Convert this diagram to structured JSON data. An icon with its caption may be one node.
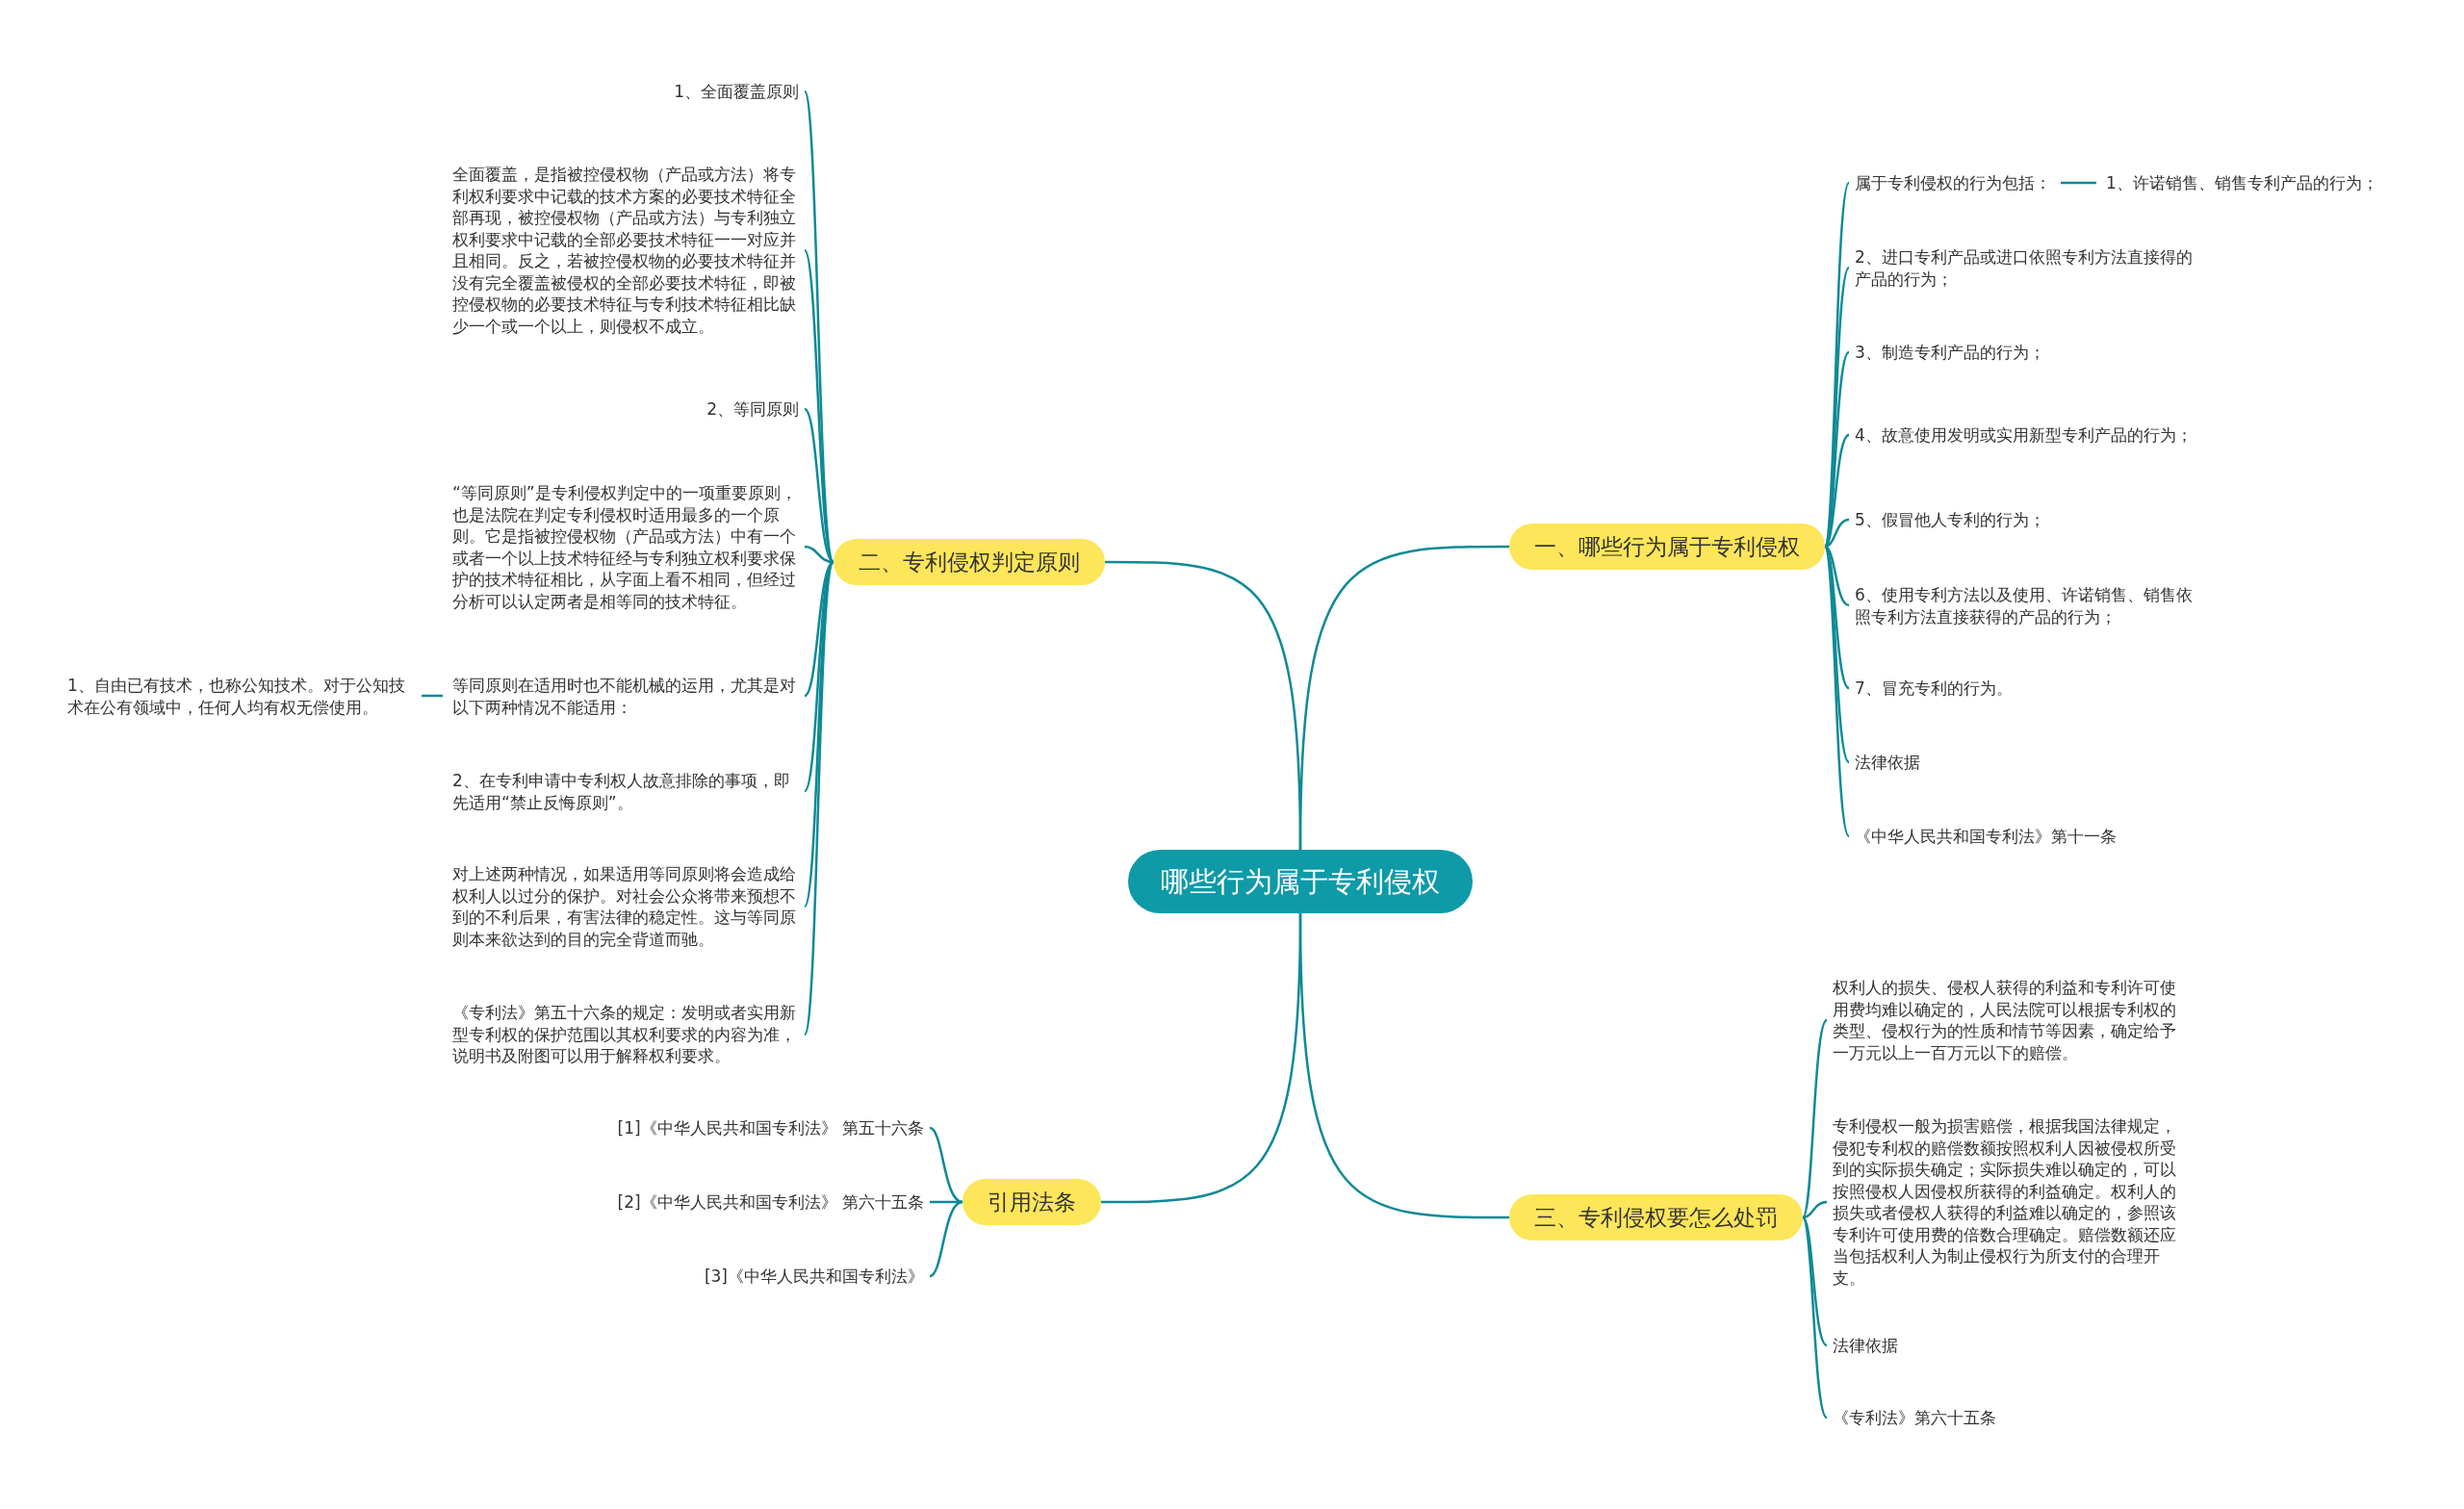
{
  "diagram": {
    "nodes": [
      {
        "text": [
          "哪些行为属于专利侵权"
        ]
      },
      {
        "text": [
          "一、哪些行为属于专利侵权"
        ]
      },
      {
        "text": [
          "属于专利侵权的行为包括："
        ]
      },
      {
        "text": [
          "1、许诺销售、销售专利产品的行为；"
        ]
      },
      {
        "text": [
          "2、进口专利产品或进口依照专利方法直接得的产品的行为；"
        ]
      },
      {
        "text": [
          "3、制造专利产品的行为；"
        ]
      },
      {
        "text": [
          "4、故意使用发明或实用新型专利产品的行为；"
        ]
      },
      {
        "text": [
          "5、假冒他人专利的行为；"
        ]
      },
      {
        "text": [
          "6、使用专利方法以及使用、许诺销售、销售依照专利方法直接获得的产品的行为；"
        ]
      },
      {
        "text": [
          "7、冒充专利的行为。"
        ]
      },
      {
        "text": [
          "法律依据"
        ]
      },
      {
        "text": [
          "《中华人民共和国专利法》第十一条"
        ]
      },
      {
        "text": [
          "二、专利侵权判定原则"
        ]
      },
      {
        "text": [
          "1、全面覆盖原则"
        ]
      },
      {
        "text": [
          "全面覆盖，是指被控侵权物（产品或方法）将专利权利要求中记载的技术方案的必要技术特征全部再现，被控侵权物（产品或方法）与专利独立权利要求中记载的全部必要技术特征一一对应并且相同。反之，若被控侵权物的必要技术特征并没有完全覆盖被侵权的全部必要技术特征，即被控侵权物的必要技术特征与专利技术特征相比缺少一个或一个以上，则侵权不成立。"
        ]
      },
      {
        "text": [
          "2、等同原则"
        ]
      },
      {
        "text": [
          "“等同原则”是专利侵权判定中的一项重要原则，也是法院在判定专利侵权时适用最多的一个原则。它是指被控侵权物（产品或方法）中有一个或者一个以上技术特征经与专利独立权利要求保护的技术特征相比，从字面上看不相同，但经过分析可以认定两者是相等同的技术特征。"
        ]
      },
      {
        "text": [
          "等同原则在适用时也不能机械的运用，尤其是对以下两种情况不能适用："
        ]
      },
      {
        "text": [
          "1、自由已有技术，也称公知技术。对于公知技术在公有领域中，任何人均有权无偿使用。"
        ]
      },
      {
        "text": [
          "2、在专利申请中专利权人故意排除的事项，即先适用“禁止反悔原则”。"
        ]
      },
      {
        "text": [
          "对上述两种情况，如果适用等同原则将会造成给权利人以过分的保护。对社会公众将带来预想不到的不利后果，有害法律的稳定性。这与等同原则本来欲达到的目的完全背道而驰。"
        ]
      },
      {
        "text": [
          "《专利法》第五十六条的规定：发明或者实用新型专利权的保护范围以其权利要求的内容为准，说明书及附图可以用于解释权利要求。"
        ]
      },
      {
        "text": [
          "三、专利侵权要怎么处罚"
        ]
      },
      {
        "text": [
          "权利人的损失、侵权人获得的利益和专利许可使用费均难以确定的，人民法院可以根据专利权的类型、侵权行为的性质和情节等因素，确定给予一万元以上一百万元以下的赔偿。"
        ]
      },
      {
        "text": [
          "专利侵权一般为损害赔偿，根据我国法律规定，侵犯专利权的赔偿数额按照权利人因被侵权所受到的实际损失确定；实际损失难以确定的，可以按照侵权人因侵权所获得的利益确定。权利人的损失或者侵权人获得的利益难以确定的，参照该专利许可使用费的倍数合理确定。赔偿数额还应当包括权利人为制止侵权行为所支付的合理开支。"
        ]
      },
      {
        "text": [
          "法律依据"
        ]
      },
      {
        "text": [
          "《专利法》第六十五条"
        ]
      },
      {
        "text": [
          "引用法条"
        ]
      },
      {
        "text": [
          "[1]《中华人民共和国专利法》 第五十六条"
        ]
      },
      {
        "text": [
          "[2]《中华人民共和国专利法》 第六十五条"
        ]
      },
      {
        "text": [
          "[3]《中华人民共和国专利法》"
        ]
      }
    ],
    "edges": [
      {
        "from": 0,
        "to": 1,
        "arrow": "none"
      },
      {
        "from": 1,
        "to": 2,
        "arrow": "none"
      },
      {
        "from": 2,
        "to": 3,
        "arrow": "none"
      },
      {
        "from": 1,
        "to": 4,
        "arrow": "none"
      },
      {
        "from": 1,
        "to": 5,
        "arrow": "none"
      },
      {
        "from": 1,
        "to": 6,
        "arrow": "none"
      },
      {
        "from": 1,
        "to": 7,
        "arrow": "none"
      },
      {
        "from": 1,
        "to": 8,
        "arrow": "none"
      },
      {
        "from": 1,
        "to": 9,
        "arrow": "none"
      },
      {
        "from": 1,
        "to": 10,
        "arrow": "none"
      },
      {
        "from": 1,
        "to": 11,
        "arrow": "none"
      },
      {
        "from": 0,
        "to": 12,
        "arrow": "none"
      },
      {
        "from": 12,
        "to": 13,
        "arrow": "none"
      },
      {
        "from": 12,
        "to": 14,
        "arrow": "none"
      },
      {
        "from": 12,
        "to": 15,
        "arrow": "none"
      },
      {
        "from": 12,
        "to": 16,
        "arrow": "none"
      },
      {
        "from": 12,
        "to": 17,
        "arrow": "none"
      },
      {
        "from": 17,
        "to": 18,
        "arrow": "none"
      },
      {
        "from": 12,
        "to": 19,
        "arrow": "none"
      },
      {
        "from": 12,
        "to": 20,
        "arrow": "none"
      },
      {
        "from": 12,
        "to": 21,
        "arrow": "none"
      },
      {
        "from": 0,
        "to": 22,
        "arrow": "none"
      },
      {
        "from": 22,
        "to": 23,
        "arrow": "none"
      },
      {
        "from": 22,
        "to": 24,
        "arrow": "none"
      },
      {
        "from": 22,
        "to": 25,
        "arrow": "none"
      },
      {
        "from": 22,
        "to": 26,
        "arrow": "none"
      },
      {
        "from": 0,
        "to": 27,
        "arrow": "none"
      },
      {
        "from": 27,
        "to": 28,
        "arrow": "none"
      },
      {
        "from": 27,
        "to": 29,
        "arrow": "none"
      },
      {
        "from": 27,
        "to": 30,
        "arrow": "none"
      }
    ]
  }
}
